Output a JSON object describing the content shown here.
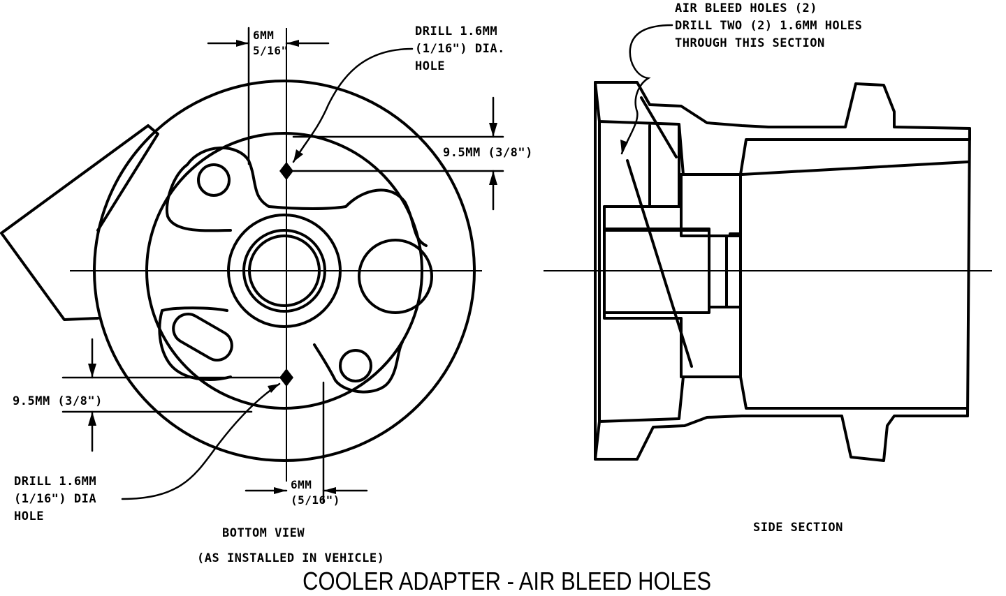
{
  "title": "COOLER ADAPTER - AIR BLEED HOLES",
  "bottom_view": {
    "caption": "BOTTOM VIEW",
    "subcaption": "(AS INSTALLED IN VEHICLE)",
    "dim_top": "6MM\n5/16\"",
    "dim_bottom": "6MM\n(5/16\")",
    "dim_right": "9.5MM (3/8\")",
    "dim_left": "9.5MM (3/8\")",
    "callout_top": "DRILL 1.6MM\n(1/16\") DIA.\nHOLE",
    "callout_bottom": "DRILL 1.6MM\n(1/16\") DIA\nHOLE"
  },
  "side_section": {
    "caption": "SIDE SECTION",
    "callout": "AIR BLEED HOLES (2)\nDRILL TWO (2) 1.6MM HOLES\nTHROUGH THIS SECTION"
  }
}
